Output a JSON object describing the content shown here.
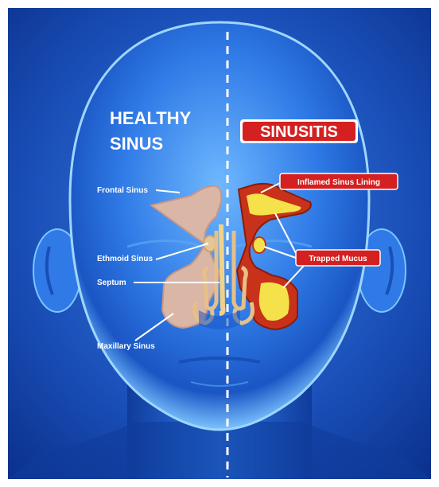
{
  "headings": {
    "healthy_line1": "HEALTHY",
    "healthy_line2": "SINUS",
    "sinusitis": "SINUSITIS"
  },
  "labels": {
    "frontal": "Frontal Sinus",
    "ethmoid": "Ethmoid Sinus",
    "septum": "Septum",
    "maxillary": "Maxillary Sinus",
    "inflamed": "Inflamed Sinus Lining",
    "trapped": "Trapped Mucus"
  },
  "colors": {
    "background_dark": "#0a2f8a",
    "background_light": "#3a7fe0",
    "head_glow": "#7cc4ff",
    "healthy_sinus": "#d9b6a6",
    "inflamed_lining": "#c8321a",
    "mucus": "#f5e24a",
    "label_box": "#d42020"
  }
}
